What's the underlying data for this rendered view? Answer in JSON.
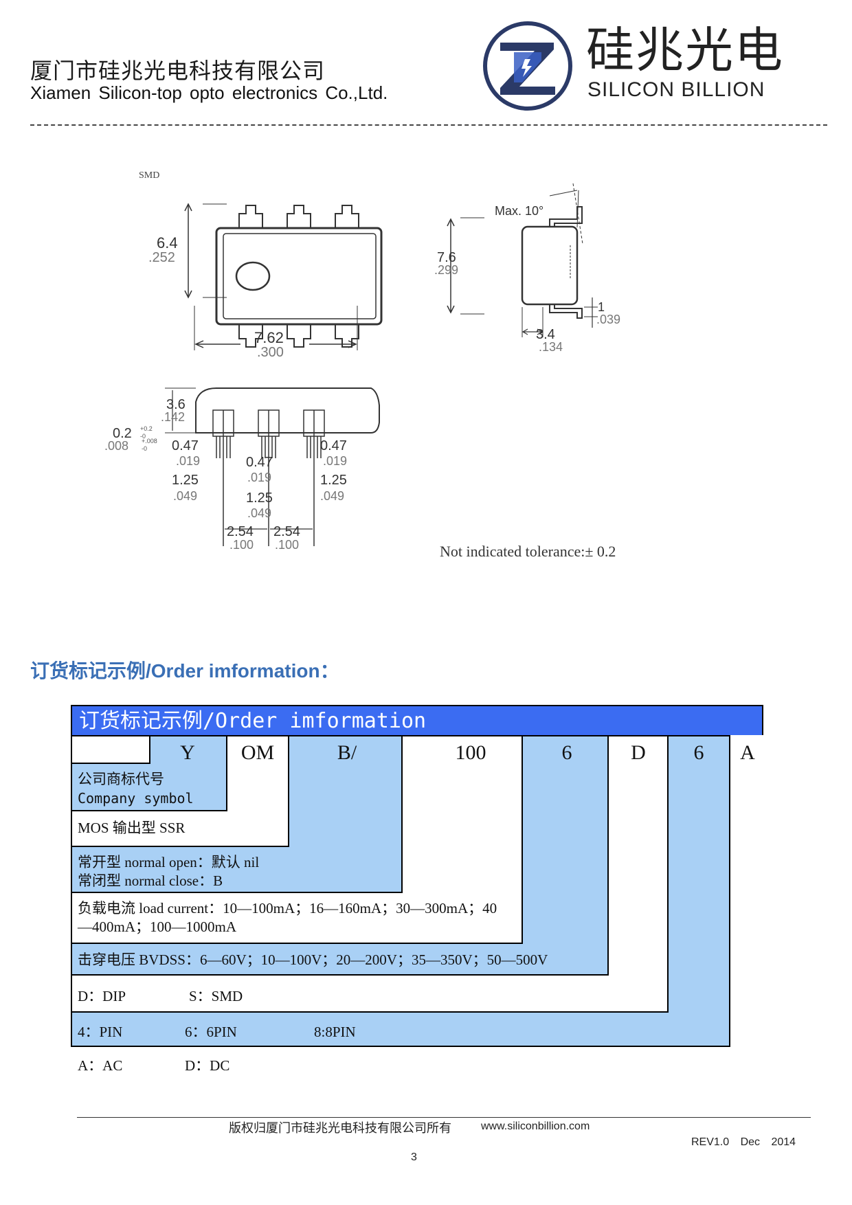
{
  "header": {
    "company_cn": "厦门市硅兆光电科技有限公司",
    "company_en": "Xiamen   Silicon-top opto electronics Co.,Ltd.",
    "brand_cn": "硅兆光电",
    "brand_en": "SILICON BILLION",
    "brand_colors": {
      "navy": "#2b3a67",
      "blue": "#3a5fc4"
    }
  },
  "drawing": {
    "package_label": "SMD",
    "top_view": {
      "height_mm": "6.4",
      "height_in": ".252",
      "width_mm": "7.62",
      "width_in": ".300"
    },
    "side_view": {
      "angle": "Max. 10°",
      "height_mm": "7.6",
      "height_in": ".299",
      "lead_mm": "1",
      "lead_in": ".039",
      "width_mm": "3.4",
      "width_in": ".134"
    },
    "bottom_view": {
      "body_mm": "3.6",
      "body_in": ".142",
      "lead_thk_mm": "0.2",
      "lead_thk_tol_mm_up": "+0.2",
      "lead_thk_tol_mm_dn": "-0",
      "lead_thk_in": ".008",
      "lead_thk_tol_in_up": "+.008",
      "lead_thk_tol_in_dn": "-0",
      "lead_w_mm": "0.47",
      "lead_w_in": ".019",
      "lead_len_mm": "1.25",
      "lead_len_in": ".049",
      "pitch_mm": "2.54",
      "pitch_in": ".100"
    },
    "tolerance_note": "Not indicated tolerance:± 0.2"
  },
  "section_title": "订货标记示例/Order imformation：",
  "order": {
    "title": "订货标记示例/Order imformation",
    "codes": [
      "Y",
      "OM",
      "B/",
      "100",
      "6",
      "D",
      "6",
      "A"
    ],
    "rows": {
      "company_cn": "公司商标代号",
      "company_en": "Company symbol",
      "mos": "MOS 输出型 SSR",
      "normal_open": "常开型 normal open：默认 nil",
      "normal_close": "常闭型 normal close：B",
      "load_current_1": "负载电流 load current：10—100mA；16—160mA；30—300mA；40",
      "load_current_2": "—400mA；100—1000mA",
      "bvdss": "击穿电压 BVDSS：6—60V；10—100V；20—200V；35—350V；50—500V",
      "pkg_dip": "D：DIP",
      "pkg_smd": "S：SMD",
      "pin_4": "4：PIN",
      "pin_6": "6：6PIN",
      "pin_8": "8:8PIN",
      "ac": "A：AC",
      "dc": "D：DC"
    },
    "colors": {
      "header": "#3b6cf2",
      "cell_blue": "#a9d0f5"
    }
  },
  "footer": {
    "copyright": "版权归厦门市硅兆光电科技有限公司所有",
    "url": "www.siliconbillion.com",
    "revision": "REV1.0 Dec 2014",
    "page": "3"
  }
}
